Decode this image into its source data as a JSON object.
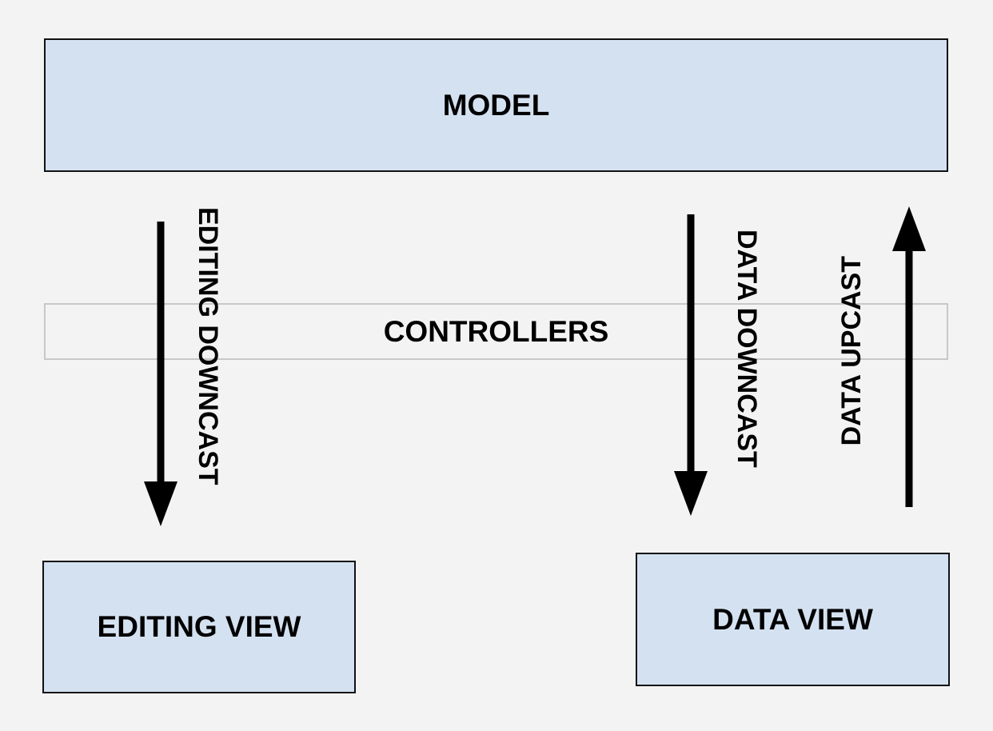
{
  "boxes": {
    "model": "MODEL",
    "controllers": "CONTROLLERS",
    "editing_view": "EDITING VIEW",
    "data_view": "DATA VIEW"
  },
  "arrows": {
    "editing_downcast": "EDITING DOWNCAST",
    "data_downcast": "DATA DOWNCAST",
    "data_upcast": "DATA UPCAST"
  },
  "colors": {
    "background": "#f3f3f3",
    "box_fill": "#d4e1f1",
    "box_border": "#111111",
    "controllers_border": "#c8c8c8",
    "arrow": "#000000"
  }
}
